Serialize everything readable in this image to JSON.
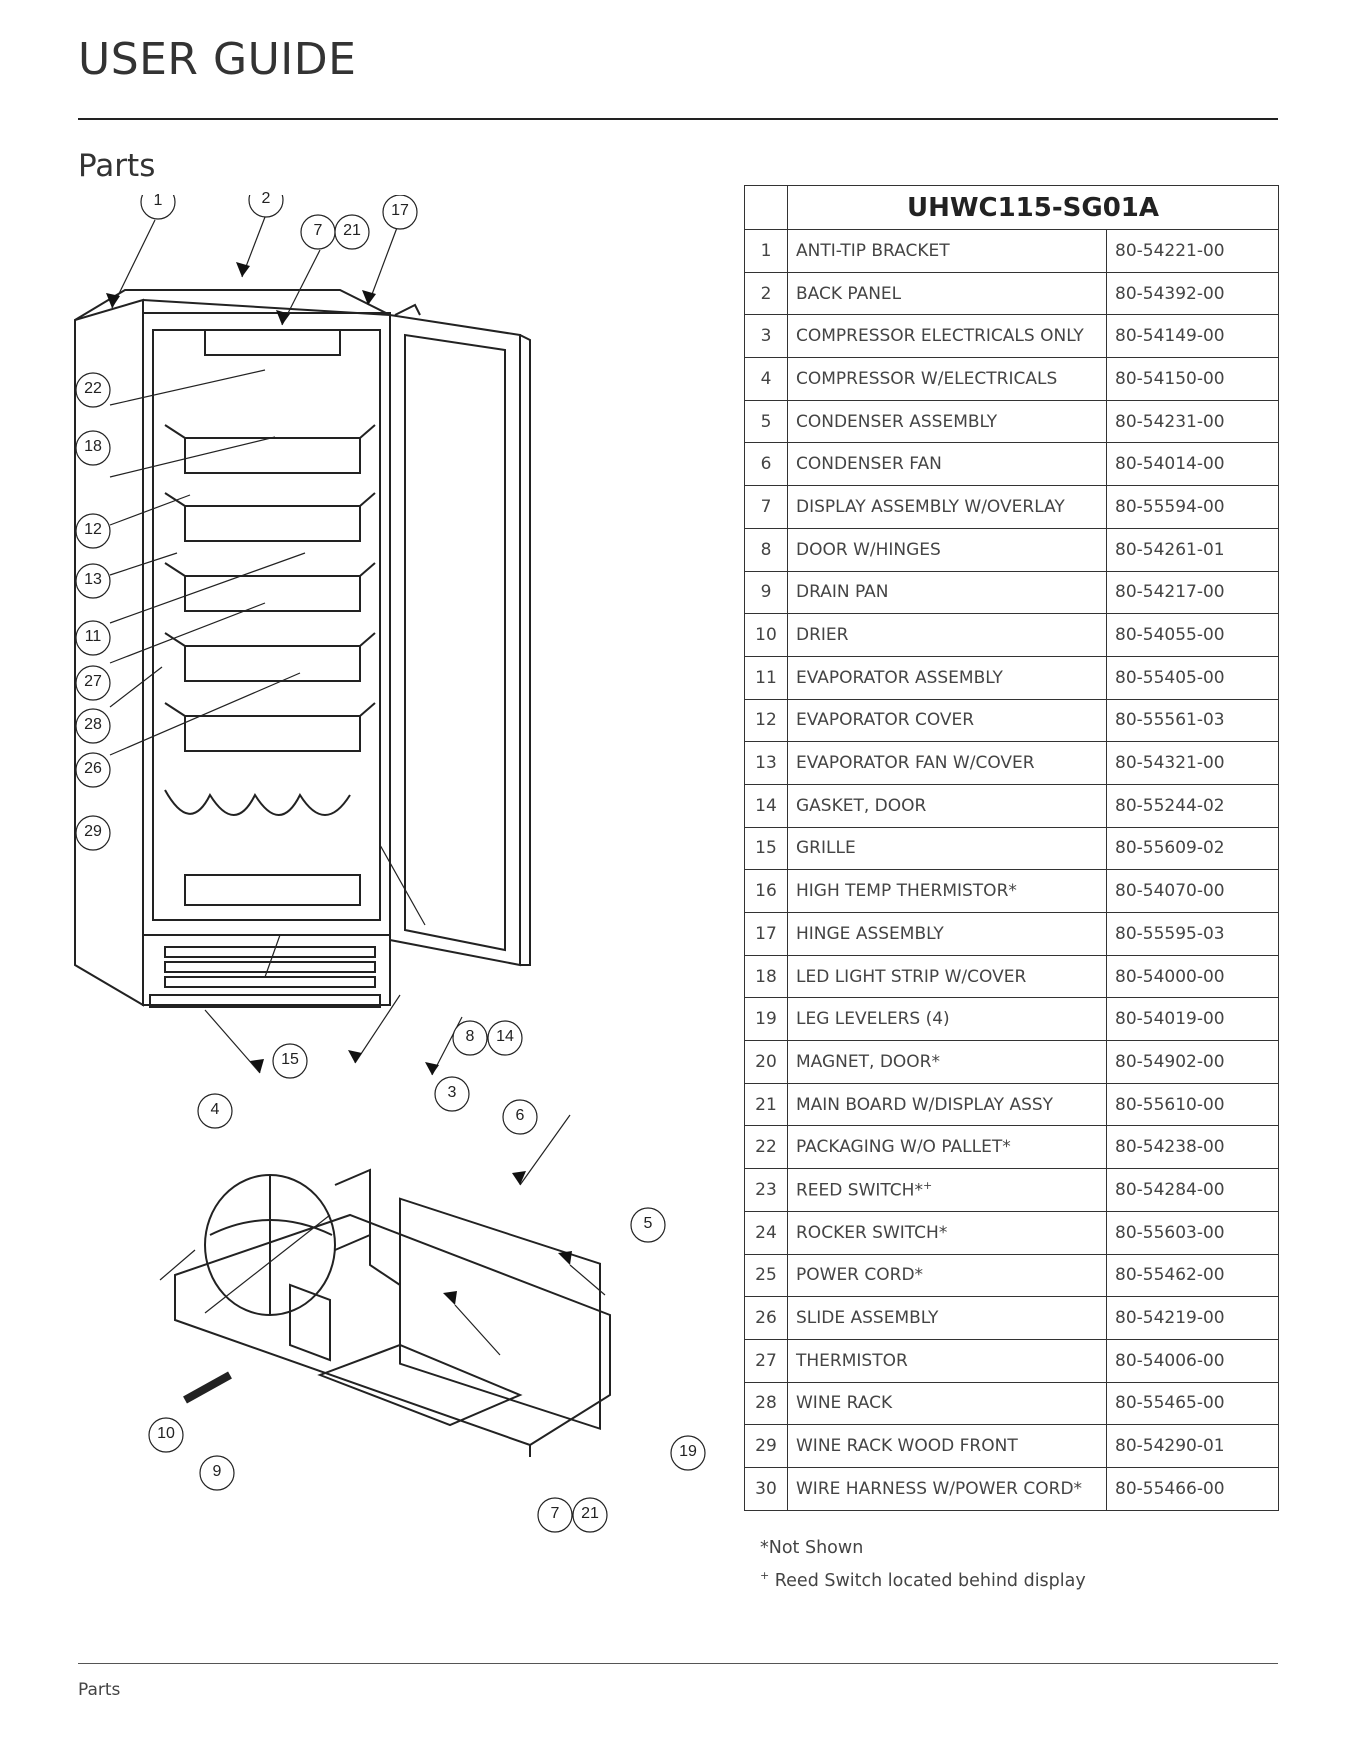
{
  "header": {
    "title": "USER GUIDE"
  },
  "section": {
    "title": "Parts"
  },
  "footer": {
    "label": "Parts"
  },
  "diagram_callouts": {
    "upper": [
      "1",
      "2",
      "17",
      "7",
      "21",
      "22",
      "18",
      "12",
      "13",
      "11",
      "27",
      "28",
      "26",
      "29",
      "15",
      "8",
      "14"
    ],
    "lower": [
      "4",
      "3",
      "6",
      "5",
      "10",
      "9",
      "19",
      "7",
      "21"
    ]
  },
  "table": {
    "model": "UHWC115-SG01A",
    "rows": [
      {
        "num": "1",
        "name": "ANTI-TIP BRACKET",
        "code": "80-54221-00"
      },
      {
        "num": "2",
        "name": "BACK PANEL",
        "code": "80-54392-00"
      },
      {
        "num": "3",
        "name": "COMPRESSOR ELECTRICALS ONLY",
        "code": "80-54149-00"
      },
      {
        "num": "4",
        "name": "COMPRESSOR W/ELECTRICALS",
        "code": "80-54150-00"
      },
      {
        "num": "5",
        "name": "CONDENSER ASSEMBLY",
        "code": "80-54231-00"
      },
      {
        "num": "6",
        "name": "CONDENSER FAN",
        "code": "80-54014-00"
      },
      {
        "num": "7",
        "name": "DISPLAY ASSEMBLY W/OVERLAY",
        "code": "80-55594-00"
      },
      {
        "num": "8",
        "name": "DOOR W/HINGES",
        "code": "80-54261-01"
      },
      {
        "num": "9",
        "name": "DRAIN PAN",
        "code": "80-54217-00"
      },
      {
        "num": "10",
        "name": "DRIER",
        "code": "80-54055-00"
      },
      {
        "num": "11",
        "name": "EVAPORATOR ASSEMBLY",
        "code": "80-55405-00"
      },
      {
        "num": "12",
        "name": "EVAPORATOR COVER",
        "code": "80-55561-03"
      },
      {
        "num": "13",
        "name": "EVAPORATOR FAN W/COVER",
        "code": "80-54321-00"
      },
      {
        "num": "14",
        "name": "GASKET, DOOR",
        "code": "80-55244-02"
      },
      {
        "num": "15",
        "name": "GRILLE",
        "code": "80-55609-02"
      },
      {
        "num": "16",
        "name": "HIGH TEMP THERMISTOR*",
        "code": "80-54070-00"
      },
      {
        "num": "17",
        "name": "HINGE ASSEMBLY",
        "code": "80-55595-03"
      },
      {
        "num": "18",
        "name": "LED LIGHT STRIP W/COVER",
        "code": "80-54000-00"
      },
      {
        "num": "19",
        "name": "LEG LEVELERS (4)",
        "code": "80-54019-00"
      },
      {
        "num": "20",
        "name": "MAGNET, DOOR*",
        "code": "80-54902-00"
      },
      {
        "num": "21",
        "name": "MAIN BOARD W/DISPLAY ASSY",
        "code": "80-55610-00"
      },
      {
        "num": "22",
        "name": "PACKAGING W/O PALLET*",
        "code": "80-54238-00"
      },
      {
        "num": "23",
        "name": "REED SWITCH*",
        "name_sup": "+",
        "code": "80-54284-00"
      },
      {
        "num": "24",
        "name": "ROCKER SWITCH*",
        "code": "80-55603-00"
      },
      {
        "num": "25",
        "name": "POWER CORD*",
        "code": "80-55462-00"
      },
      {
        "num": "26",
        "name": "SLIDE ASSEMBLY",
        "code": "80-54219-00"
      },
      {
        "num": "27",
        "name": "THERMISTOR",
        "code": "80-54006-00"
      },
      {
        "num": "28",
        "name": "WINE RACK",
        "code": "80-55465-00"
      },
      {
        "num": "29",
        "name": "WINE RACK WOOD FRONT",
        "code": "80-54290-01"
      },
      {
        "num": "30",
        "name": "WIRE HARNESS W/POWER CORD*",
        "code": "80-55466-00"
      }
    ]
  },
  "notes": {
    "not_shown": "*Not Shown",
    "reed_sup": "+",
    "reed": " Reed Switch located behind display"
  }
}
